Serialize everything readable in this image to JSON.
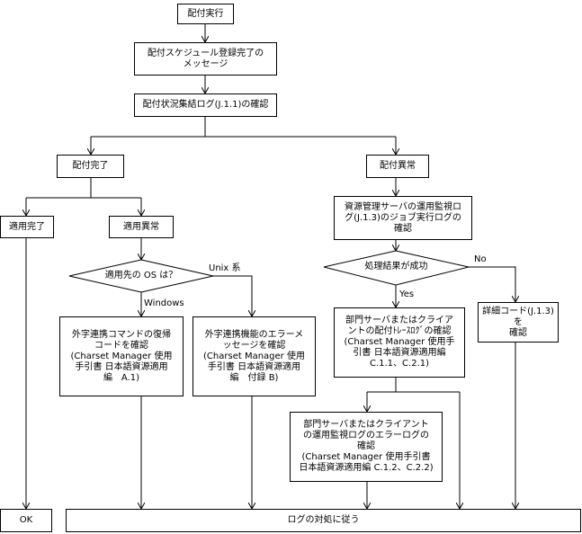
{
  "nodes": {
    "start": "配付実行",
    "schedule_done": "配付スケジュール登録完了の\nメッセージ",
    "check_log": "配付状況集結ログ(J.1.1)の確認",
    "dist_done": "配付完了",
    "dist_error": "配付異常",
    "apply_done": "適用完了",
    "apply_error": "適用異常",
    "os_question": "適用先の OS は？",
    "restore_cmd": "外字連携コマンドの復帰\nコードを確認\n(Charset Manager 使用\n手引書 日本語資源適用\n編　A.1)",
    "error_msg": "外字連携機能のエラーメ\nッセージを確認\n(Charset Manager 使用\n手引書 日本語資源適用\n編　付録 B)",
    "resource_log": "資源管理サーバの運用監視ロ\nグ(J.1.3)のジョブ実行ログの\n確認",
    "result_question": "処理結果が成功",
    "dept_dist_log": "部門サーバまたはクライア\nントの配付ﾄﾚｰｽﾛｸﾞの確認\n(Charset Manager 使用手\n引書 日本語資源適用編\nC.1.1、C.2.1)",
    "detail_code": "詳細コード(J.1.3)を\n確認",
    "dept_error_log": "部門サーバまたはクライアント\nの運用監視ログのエラーログの\n確認\n(Charset Manager 使用手引書\n日本語資源適用編 C.1.2、C.2.2)",
    "ok": "OK",
    "handle_log": "ログの対処に従う"
  },
  "labels": {
    "windows": "Windows",
    "unix": "Unix 系",
    "yes": "Yes",
    "no": "No"
  }
}
